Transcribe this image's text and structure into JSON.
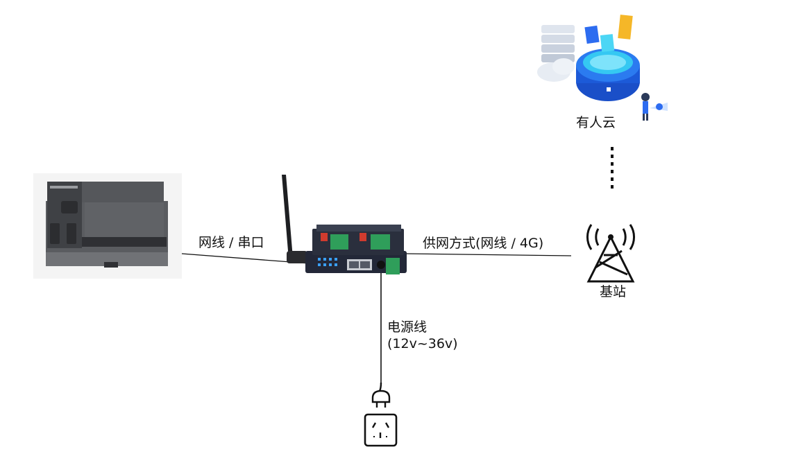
{
  "labels": {
    "cable_serial": "网线 / 串口",
    "supply_mode": "供网方式(网线 / 4G)",
    "cloud": "有人云",
    "base_station": "基站",
    "power_cable": "电源线",
    "power_range": "(12v~36v)"
  },
  "colors": {
    "line": "#111111",
    "plc_body": "#4d4f53",
    "device_body": "#2a2f3d",
    "terminal_green": "#2f9e5a",
    "cloud_blue": "#1a5fd6",
    "cloud_cyan": "#35c8f2"
  },
  "icons": [
    "plc-device-icon",
    "gateway-device-icon",
    "antenna-icon",
    "cloud-platform-icon",
    "tower-icon",
    "power-plug-icon",
    "power-socket-icon",
    "signal-dots-icon"
  ]
}
